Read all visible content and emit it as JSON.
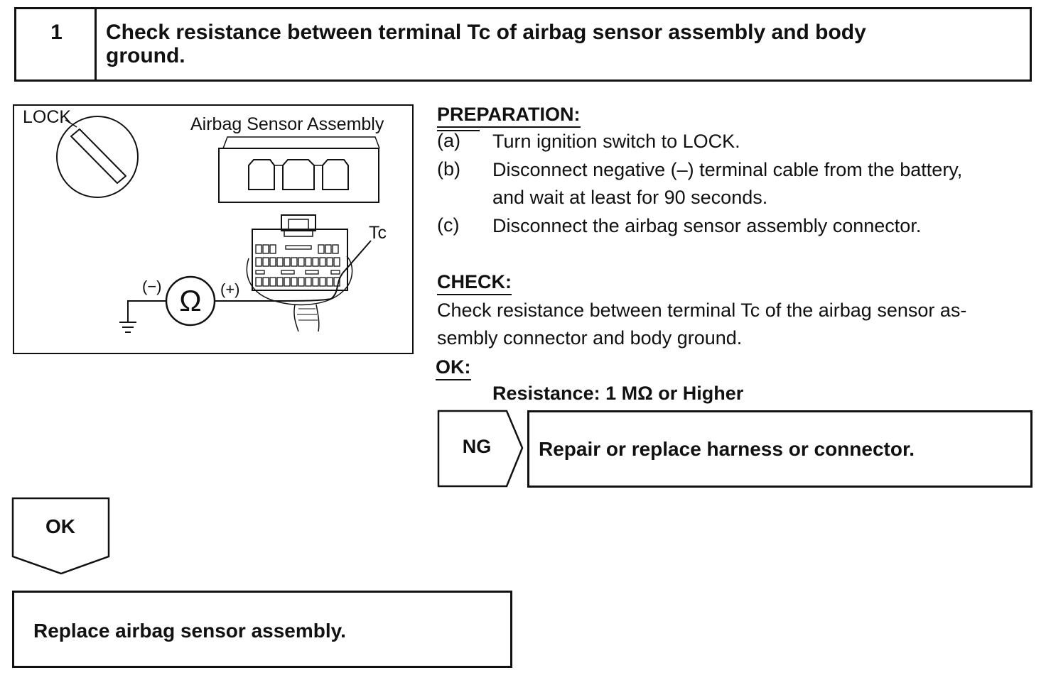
{
  "step": {
    "number": "1",
    "title_line1": "Check resistance between terminal Tc of airbag sensor assembly and body",
    "title_line2": "ground."
  },
  "diagram": {
    "lock_label": "LOCK",
    "sensor_label": "Airbag Sensor Assembly",
    "terminal_label": "Tc",
    "negative_label": "(−)",
    "positive_label": "(+)",
    "ohm_symbol": "Ω"
  },
  "preparation": {
    "heading": "PREPARATION:",
    "items": [
      {
        "letter": "(a)",
        "line1": "Turn ignition switch to LOCK.",
        "line2": ""
      },
      {
        "letter": "(b)",
        "line1": "Disconnect negative (–) terminal cable from the battery,",
        "line2": "and wait at least for 90 seconds."
      },
      {
        "letter": "(c)",
        "line1": "Disconnect the airbag sensor assembly connector.",
        "line2": ""
      }
    ]
  },
  "check": {
    "heading": "CHECK:",
    "line1": "Check resistance between terminal Tc of the airbag sensor as-",
    "line2": "sembly connector and body ground.",
    "ok_label": "OK:",
    "ok_value": "Resistance: 1 MΩ or Higher"
  },
  "ng_branch": {
    "label": "NG",
    "action": "Repair or replace harness or connector."
  },
  "ok_branch": {
    "label": "OK",
    "action": "Replace airbag sensor assembly."
  }
}
